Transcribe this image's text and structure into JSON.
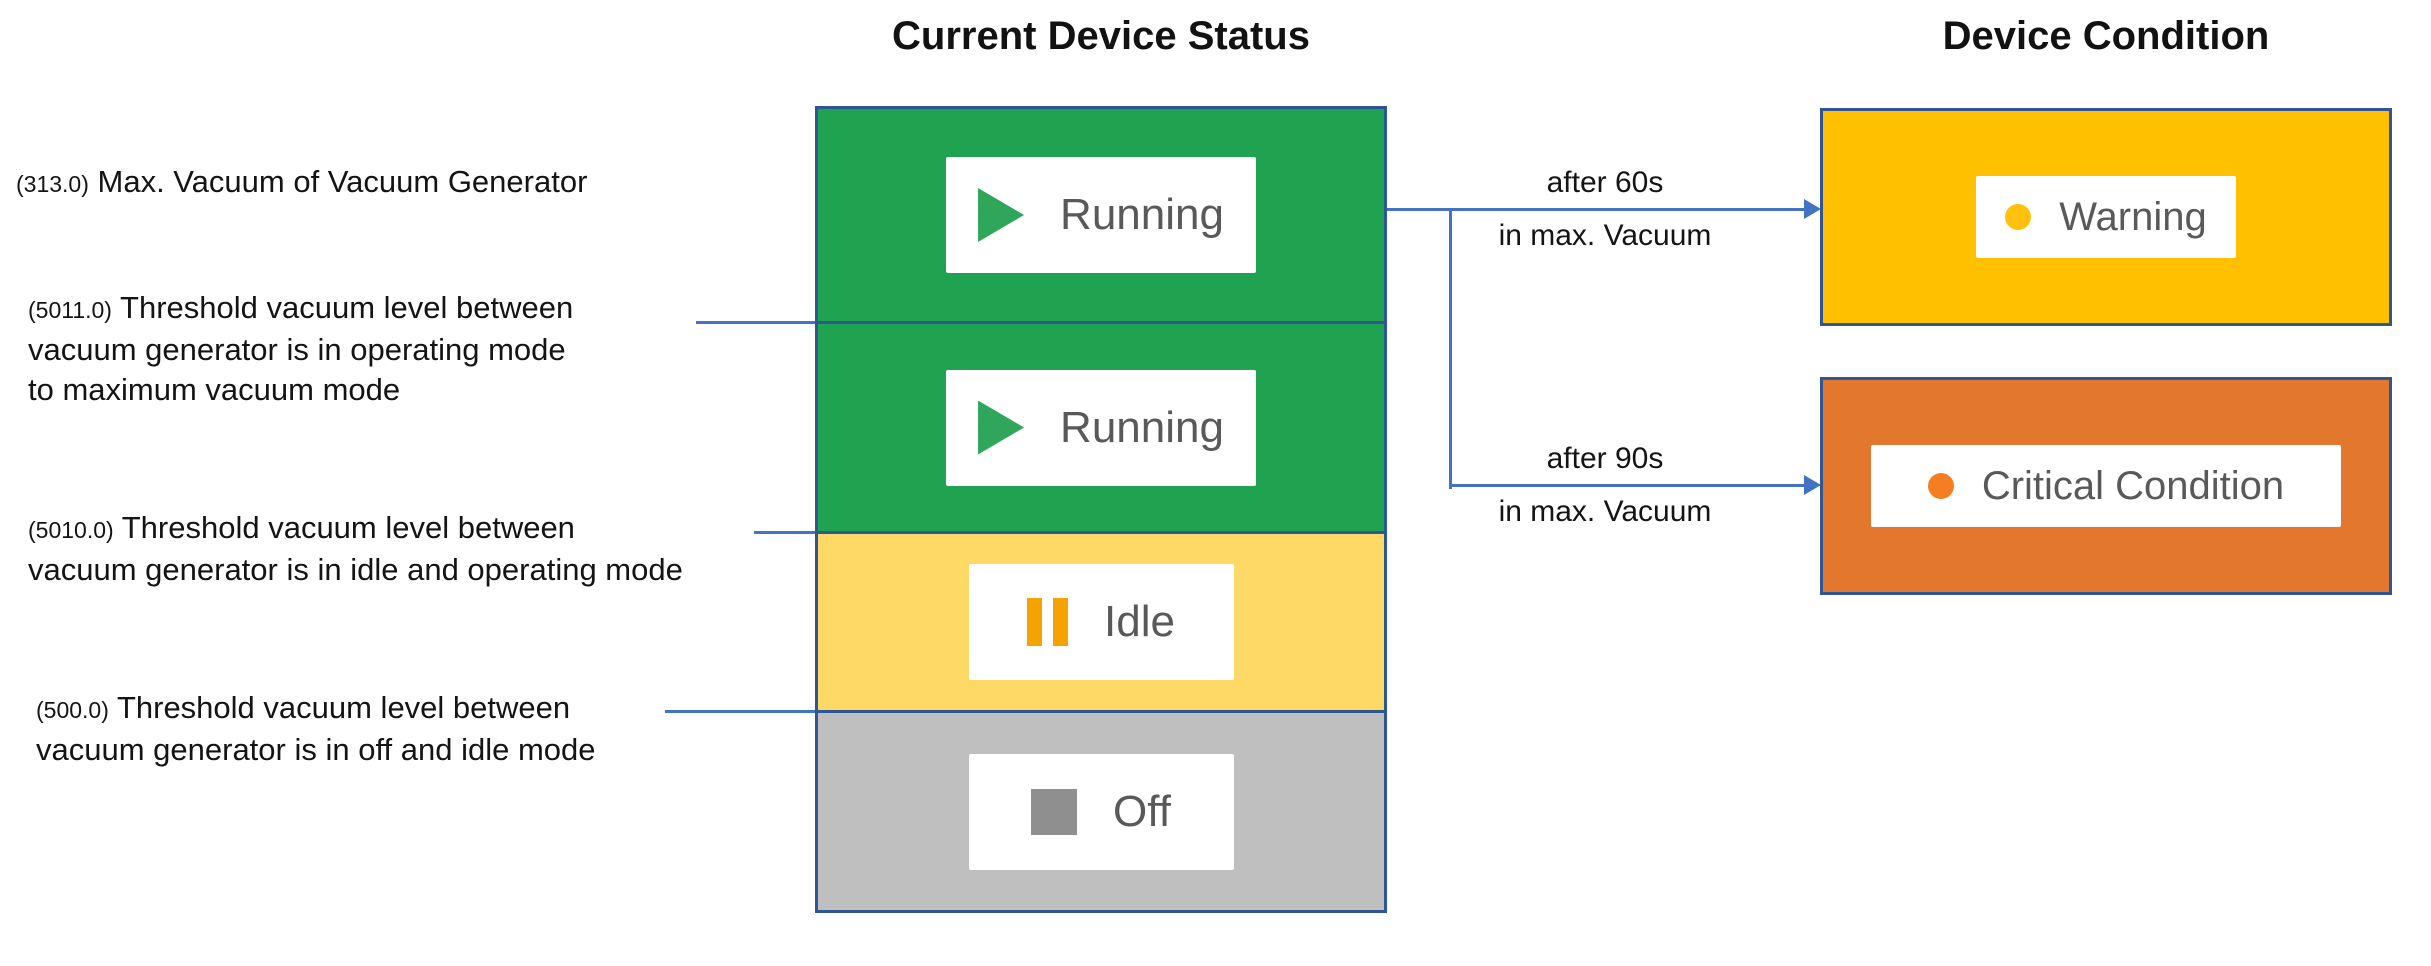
{
  "titles": {
    "status": "Current Device Status",
    "condition": "Device Condition"
  },
  "thresholds": [
    {
      "value": "(313.0)",
      "lines": [
        "Max. Vacuum of Vacuum Generator"
      ]
    },
    {
      "value": "(5011.0)",
      "lines": [
        "Threshold vacuum level between",
        "vacuum generator is in operating mode",
        "to maximum vacuum mode"
      ]
    },
    {
      "value": "(5010.0)",
      "lines": [
        "Threshold vacuum level between",
        "vacuum generator is in idle and operating mode"
      ]
    },
    {
      "value": "(500.0)",
      "lines": [
        "Threshold vacuum level between",
        "vacuum generator is in off and idle mode"
      ]
    }
  ],
  "segments": [
    {
      "label": "Running",
      "icon": "play-icon",
      "bg": "#1FA351",
      "icon_color": "#2FA65A"
    },
    {
      "label": "Running",
      "icon": "play-icon",
      "bg": "#1FA351",
      "icon_color": "#2FA65A"
    },
    {
      "label": "Idle",
      "icon": "pause-icon",
      "bg": "#FFD966",
      "icon_color": "#F5A302"
    },
    {
      "label": "Off",
      "icon": "stop-icon",
      "bg": "#BFBFBF",
      "icon_color": "#8F8F8F"
    }
  ],
  "conditions": [
    {
      "label": "Warning",
      "icon": "warning-dot-icon",
      "bg": "#FFC000",
      "dot_color": "#FFC10D"
    },
    {
      "label": "Critical Condition",
      "icon": "critical-dot-icon",
      "bg": "#E2772D",
      "dot_color": "#F57E20"
    }
  ],
  "transitions": [
    {
      "duration": "after 60s",
      "condition": "in max. Vacuum"
    },
    {
      "duration": "after 90s",
      "condition": "in max. Vacuum"
    }
  ],
  "colors": {
    "border_blue": "#2E5693",
    "connector_blue": "#4472C4",
    "badge_text": "#595959",
    "title_text": "#121212"
  }
}
